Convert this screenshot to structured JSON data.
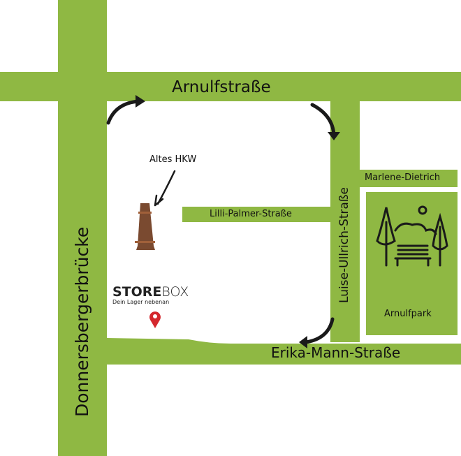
{
  "colors": {
    "road": "#8fb843",
    "text": "#1a1a1a",
    "pin": "#d4282e",
    "chimney": "#7a4a30"
  },
  "streets": {
    "arnulf": "Arnulfstraße",
    "donnersberger": "Donnersbergerbrücke",
    "luise": "Luise-Ullrich-Straße",
    "marlene": "Marlene-Dietrich",
    "lilli": "Lilli-Palmer-Straße",
    "erika": "Erika-Mann-Straße"
  },
  "landmarks": {
    "hkw": "Altes HKW",
    "park": "Arnulfpark"
  },
  "logo": {
    "bold": "STORE",
    "light": "BOX",
    "tagline": "Dein Lager nebenan"
  }
}
